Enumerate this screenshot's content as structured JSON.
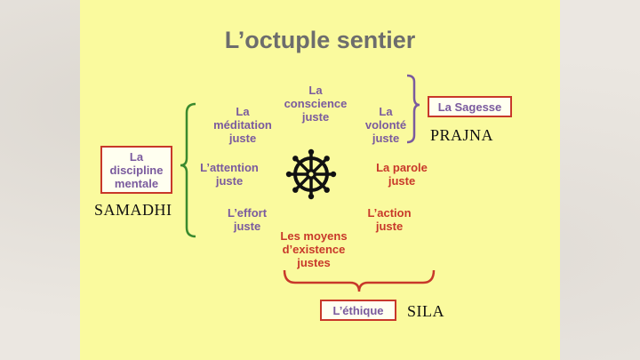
{
  "title": "L’octuple sentier",
  "paths": {
    "conscience": "La\nconscience\njuste",
    "meditation": "La\nméditation\njuste",
    "volonte": "La\nvolonté\njuste",
    "attention": "L’attention\njuste",
    "parole": "La parole\njuste",
    "effort": "L’effort\njuste",
    "action": "L’action\njuste",
    "moyens": "Les moyens\nd’existence\njustes"
  },
  "boxes": {
    "sagesse": "La Sagesse",
    "discipline": "La\ndiscipline\nmentale",
    "ethique": "L’éthique"
  },
  "outer_labels": {
    "prajna": "PRAJNA",
    "samadhi": "SAMADHI",
    "sila": "SILA"
  },
  "colors": {
    "slide": "#fafa9e",
    "purple_text": "#7a5a9e",
    "red": "#c8382a",
    "title": "#6d6d6d"
  },
  "icons": [
    "dharma-wheel-icon"
  ]
}
